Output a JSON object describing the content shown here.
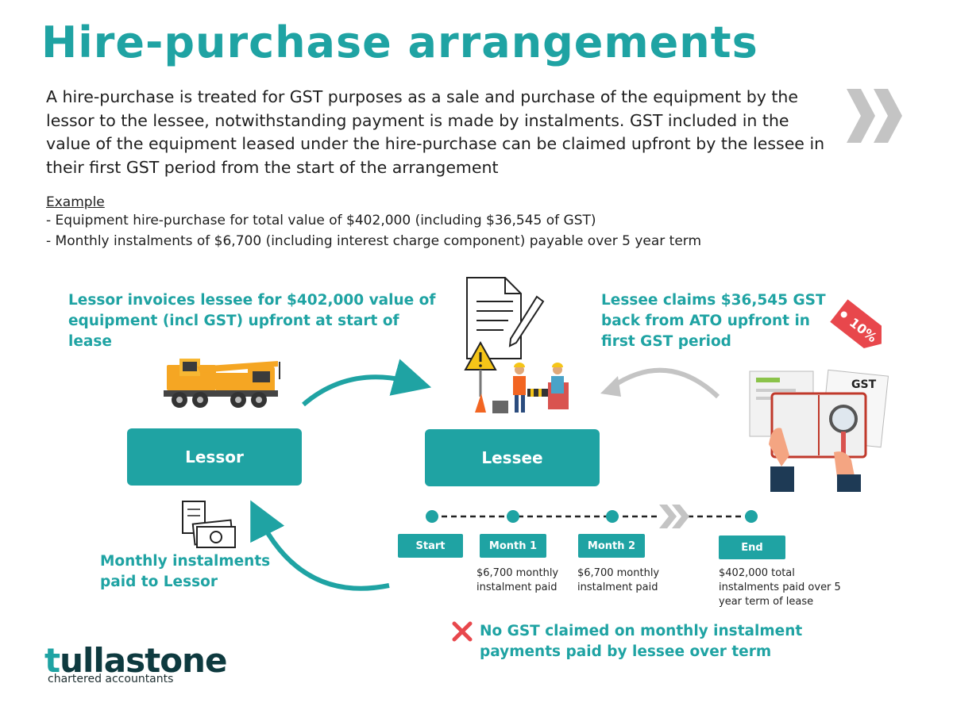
{
  "title": "Hire-purchase arrangements",
  "intro": "A hire-purchase is treated for GST purposes as a sale and purchase of the equipment by the lessor to the lessee, notwithstanding payment is made by instalments. GST included in the value of the equipment leased under the hire-purchase can be claimed upfront by the lessee in their first GST period from the start of the arrangement",
  "example": {
    "heading": "Example",
    "lines": [
      "- Equipment hire-purchase for total value of $402,000 (including $36,545 of GST)",
      "- Monthly instalments of $6,700 (including interest charge component) payable over 5 year term"
    ]
  },
  "notes": {
    "lessor_invoice": "Lessor invoices lessee for $402,000 value of equipment (incl GST) upfront at start of lease",
    "lessee_claim": "Lessee claims $36,545 GST back from ATO upfront in first GST period",
    "monthly_paid": "Monthly instalments paid to Lessor"
  },
  "boxes": {
    "lessor": "Lessor",
    "lessee": "Lessee"
  },
  "timeline": {
    "start": "Start",
    "month1": "Month 1",
    "month2": "Month 2",
    "end": "End",
    "month1_desc": "$6,700 monthly instalment paid",
    "month2_desc": "$6,700 monthly instalment paid",
    "end_desc": "$402,000 total instalments paid over 5 year term of lease"
  },
  "no_gst_note": "No GST claimed on monthly instalment payments paid by lessee over term",
  "tag_text": "10%",
  "gst_label": "GST",
  "logo": {
    "name_accent": "t",
    "name_rest": "ullastone",
    "tagline": "chartered accountants"
  },
  "colors": {
    "teal": "#1fa3a3",
    "grey_arrow": "#c4c4c4",
    "red_tag": "#e8474c",
    "dark": "#0e3a3f"
  }
}
